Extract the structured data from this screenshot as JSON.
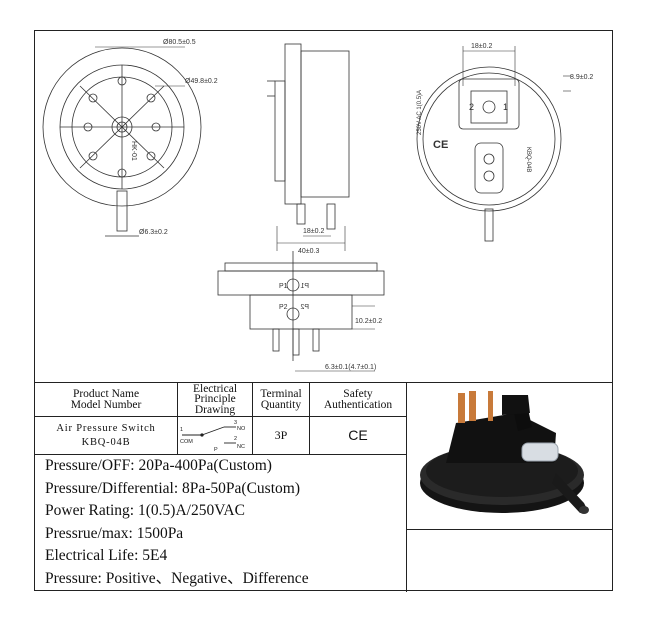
{
  "drawing": {
    "front_view": {
      "dim_outer": "Ø80.5±0.5",
      "dim_inner": "Ø49.8±0.2",
      "dim_nozzle": "Ø6.3±0.2",
      "marking": "HK-01"
    },
    "side_view": {
      "dim_width": "40±0.3",
      "dim_nozzle": "18±0.2"
    },
    "top_view": {
      "port_p1": "P1",
      "port_p1_mirror": "P1",
      "port_p2": "P2",
      "port_p2_mirror": "P2",
      "dim_height": "10.2±0.2",
      "dim_pin": "6.3±0.1(4.7±0.1)"
    },
    "back_view": {
      "dim_top": "18±0.2",
      "dim_right": "8.9±0.2",
      "terminal_2": "2",
      "terminal_1": "1",
      "ce_mark": "CE",
      "label_left": "250V AC 1(0.5)A",
      "label_right": "KBQ-04B"
    }
  },
  "table": {
    "headers": {
      "product": "Product Name\nModel Number",
      "electrical": "Electrical\nPrinciple\nDrawing",
      "terminal": "Terminal\nQuantity",
      "safety": "Safety\nAuthentication"
    },
    "row": {
      "product_name": "Air Pressure Switch",
      "model_number": "KBQ-04B",
      "terminal_qty": "3P",
      "safety": "CE"
    },
    "schematic": {
      "com": "COM",
      "no": "NO",
      "nc": "NC",
      "p": "P",
      "n1": "1",
      "n2": "2",
      "n3": "3"
    }
  },
  "specs": [
    "Pressure/OFF: 20Pa-400Pa(Custom)",
    "Pressure/Differential: 8Pa-50Pa(Custom)",
    "Power Rating: 1(0.5)A/250VAC",
    "Pressrue/max: 1500Pa",
    "Electrical Life: 5E4",
    "Pressure: Positive、Negative、Difference"
  ],
  "colors": {
    "line": "#222222",
    "terminal": "#c87a3a",
    "body": "#1a1a1a",
    "cap": "#d8dde3"
  }
}
